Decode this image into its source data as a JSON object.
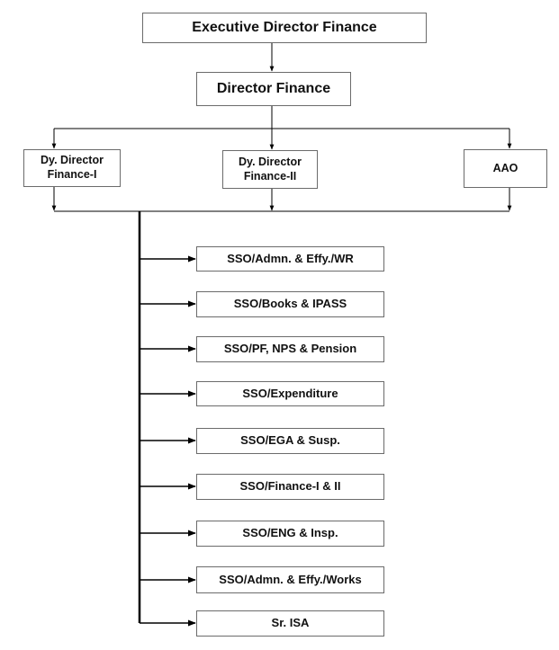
{
  "top": {
    "label": "Executive Director Finance"
  },
  "director": {
    "label": "Director Finance"
  },
  "deputies": [
    {
      "label": "Dy. Director\nFinance-I"
    },
    {
      "label": "Dy. Director\nFinance-II"
    },
    {
      "label": "AAO"
    }
  ],
  "sections": [
    {
      "label": "SSO/Admn. & Effy./WR"
    },
    {
      "label": "SSO/Books & IPASS"
    },
    {
      "label": "SSO/PF, NPS & Pension"
    },
    {
      "label": "SSO/Expenditure"
    },
    {
      "label": "SSO/EGA & Susp."
    },
    {
      "label": "SSO/Finance-I & II"
    },
    {
      "label": "SSO/ENG & Insp."
    },
    {
      "label": "SSO/Admn. & Effy./Works"
    },
    {
      "label": "Sr. ISA"
    }
  ]
}
